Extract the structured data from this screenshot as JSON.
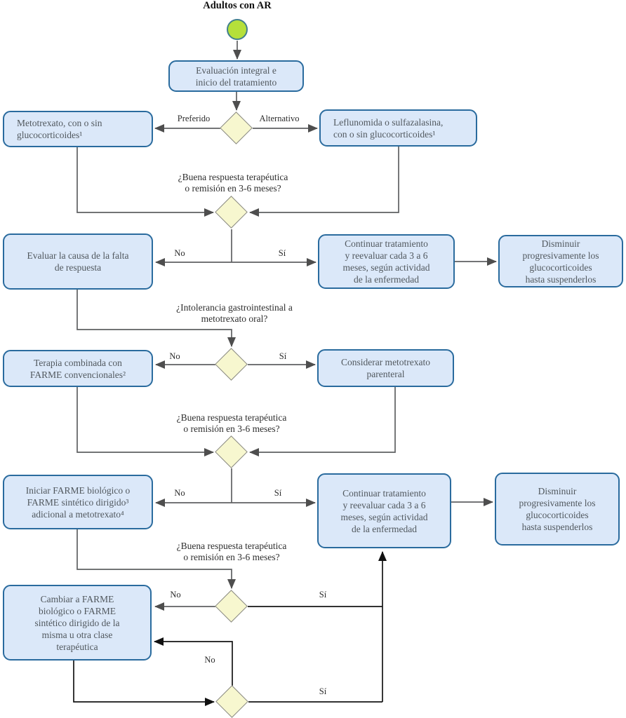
{
  "title": "Adultos con AR",
  "colors": {
    "box_fill": "#dbe8f9",
    "box_border": "#2a6b9e",
    "box_text": "#51585e",
    "diamond_fill": "#f7f7cf",
    "diamond_border": "#8b8b85",
    "edge_gray": "#5f6062",
    "edge_black": "#141414",
    "start_fill": "#b5e03a",
    "start_border": "#417f8d"
  },
  "nodes": {
    "evaluacion": {
      "text": "Evaluación integral e\ninicio del tratamiento"
    },
    "metotrexato": {
      "text": "Metotrexato, con o sin\nglucocorticoides¹"
    },
    "leflunomida": {
      "text": "Leflunomida o sulfazalasina,\ncon o sin glucocorticoides¹"
    },
    "evaluar_causa": {
      "text": "Evaluar la causa de la falta\nde respuesta"
    },
    "continuar_1": {
      "text": "Continuar tratamiento\ny reevaluar cada 3 a 6\nmeses, según actividad\nde la enfermedad"
    },
    "disminuir_1": {
      "text": "Disminuir\nprogresivamente los\nglucocorticoides\nhasta suspenderlos"
    },
    "terapia_combinada": {
      "text": "Terapia combinada con\nFARME convencionales²"
    },
    "considerar_parenteral": {
      "text": "Considerar metotrexato\nparenteral"
    },
    "iniciar_farme": {
      "text": "Iniciar FARME biológico o\nFARME sintético dirigido³\nadicional a metotrexato⁴"
    },
    "continuar_2": {
      "text": "Continuar tratamiento\ny reevaluar cada 3 a 6\nmeses, según actividad\nde la enfermedad"
    },
    "disminuir_2": {
      "text": "Disminuir\nprogresivamente los\nglucocorticoides\nhasta suspenderlos"
    },
    "cambiar_farme": {
      "text": "Cambiar a FARME\nbiológico o FARME\nsintético dirigido de la\nmisma u otra clase\nterapéutica"
    }
  },
  "questions": {
    "respuesta_1": "¿Buena respuesta terapéutica\no remisión en 3-6 meses?",
    "intolerancia": "¿Intolerancia gastrointestinal a\nmetotrexato oral?",
    "respuesta_2": "¿Buena respuesta terapéutica\no remisión en 3-6 meses?",
    "respuesta_3": "¿Buena respuesta terapéutica\no remisión en 3-6 meses?"
  },
  "labels": {
    "preferido": "Preferido",
    "alternativo": "Alternativo",
    "no": "No",
    "si": "Sí"
  }
}
